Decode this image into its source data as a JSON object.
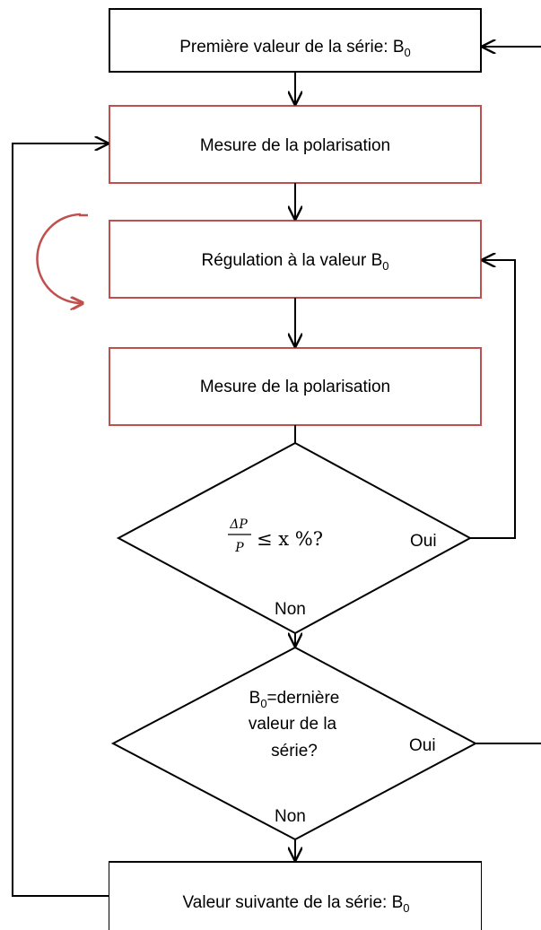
{
  "nodes": {
    "start": {
      "text": "Première valeur de la série: B",
      "sub": "0"
    },
    "measure1": {
      "text": "Mesure de la polarisation"
    },
    "regulation": {
      "text": "Régulation à la valeur B",
      "sub": "0"
    },
    "measure2": {
      "text": "Mesure de la polarisation"
    },
    "decision1": {
      "frac_num": "ΔP",
      "frac_den": "P",
      "rhs": "≤ x %?",
      "yes": "Oui",
      "no": "Non"
    },
    "decision2": {
      "line1_text": "B",
      "line1_sub": "0",
      "line1_rest": "=dernière",
      "line2": "valeur de la",
      "line3": "série?",
      "yes": "Oui",
      "no": "Non"
    },
    "next": {
      "text": "Valeur suivante de la série: B",
      "sub": "0"
    }
  },
  "colors": {
    "regulation_loop": "#c0504d",
    "red_box_border": "#c0504d",
    "black": "#000000"
  }
}
